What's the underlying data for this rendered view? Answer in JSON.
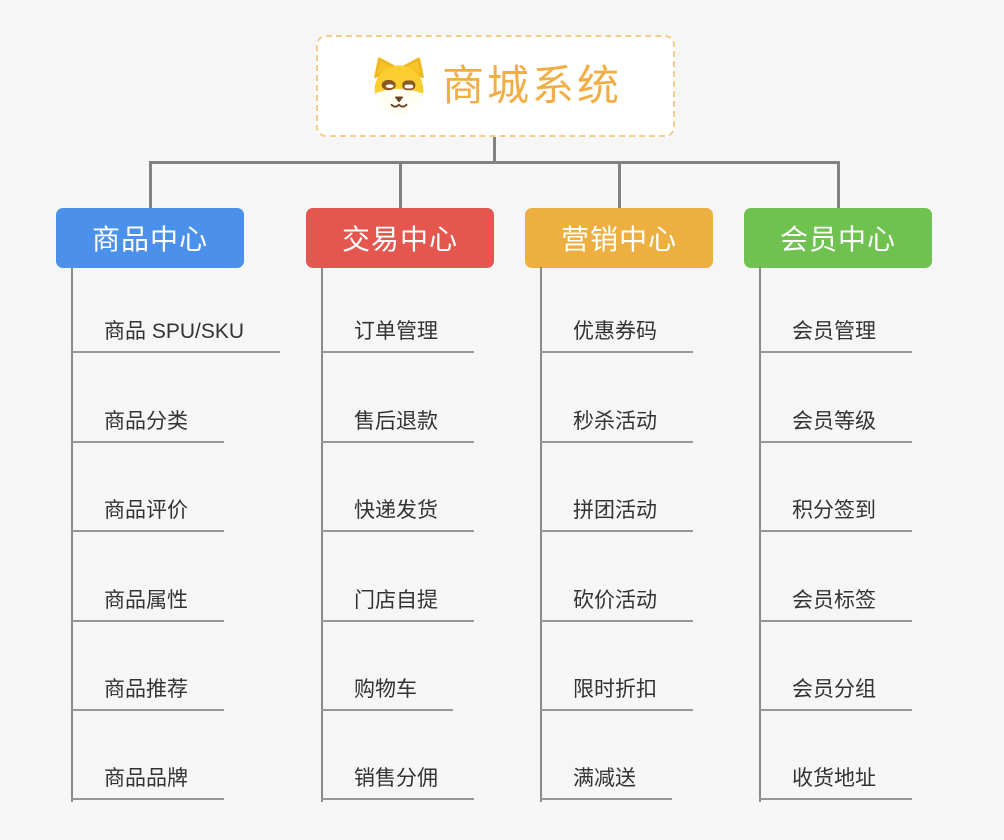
{
  "page": {
    "background_color": "#f6f6f6",
    "connector_color": "#828282",
    "underline_color": "#979797",
    "item_text_color": "#333333"
  },
  "root": {
    "title": "商城系统",
    "title_color": "#f0ae45",
    "border_color": "#f3cd8c",
    "icon": "dog-face-icon"
  },
  "branches": [
    {
      "label": "商品中心",
      "color": "#4b90ea",
      "items": [
        "商品 SPU/SKU",
        "商品分类",
        "商品评价",
        "商品属性",
        "商品推荐",
        "商品品牌"
      ]
    },
    {
      "label": "交易中心",
      "color": "#e5564f",
      "items": [
        "订单管理",
        "售后退款",
        "快递发货",
        "门店自提",
        "购物车",
        "销售分佣"
      ]
    },
    {
      "label": "营销中心",
      "color": "#edaf40",
      "items": [
        "优惠券码",
        "秒杀活动",
        "拼团活动",
        "砍价活动",
        "限时折扣",
        "满减送"
      ]
    },
    {
      "label": "会员中心",
      "color": "#6fc150",
      "items": [
        "会员管理",
        "会员等级",
        "积分签到",
        "会员标签",
        "会员分组",
        "收货地址"
      ]
    }
  ]
}
